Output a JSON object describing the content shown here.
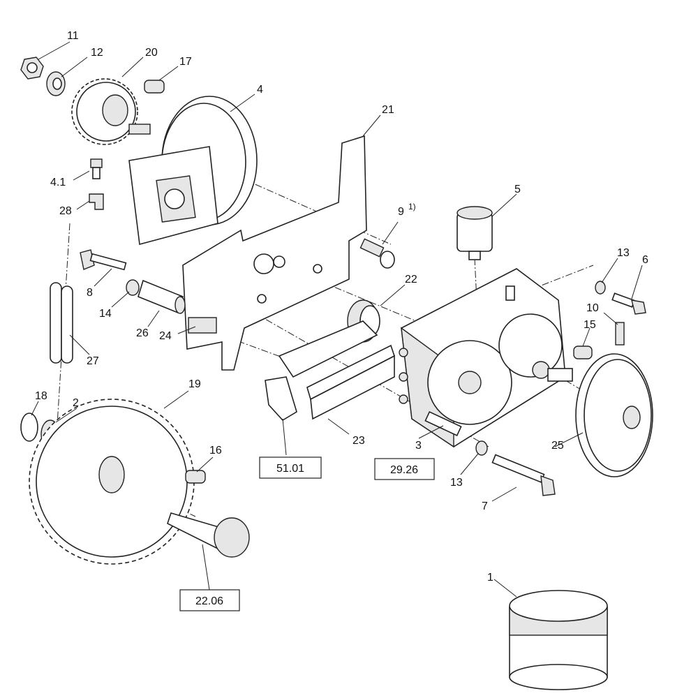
{
  "title": "Exploded parts diagram - gearbox drive assembly",
  "labels": {
    "p11": "11",
    "p12": "12",
    "p20": "20",
    "p17": "17",
    "p4": "4",
    "p21": "21",
    "p4_1": "4.1",
    "p28": "28",
    "p5": "5",
    "p9": "9",
    "p9_note": "1)",
    "p13a": "13",
    "p6": "6",
    "p8": "8",
    "p14": "14",
    "p26": "26",
    "p22": "22",
    "p10": "10",
    "p15": "15",
    "p27": "27",
    "p24": "24",
    "p18": "18",
    "p2": "2",
    "p19": "19",
    "p16": "16",
    "p23": "23",
    "p3": "3",
    "p13b": "13",
    "p7": "7",
    "p25": "25",
    "p1": "1"
  },
  "references": {
    "r1": "51.01",
    "r2": "29.26",
    "r3": "22.06"
  }
}
